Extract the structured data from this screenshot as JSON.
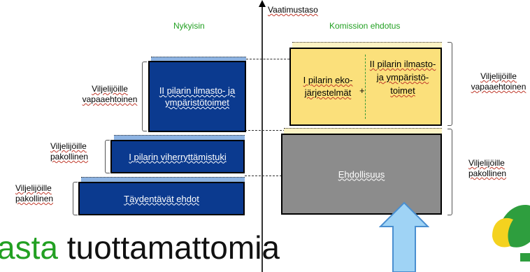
{
  "axis": {
    "label": "Vaatimustaso"
  },
  "headings": {
    "current": "Nykyisin",
    "proposal": "Komission ehdotus"
  },
  "left": {
    "box_top": "II pilarin ilmasto- ja ympäristötoimet",
    "box_mid": "I pilarin viherryttämistuki",
    "box_bottom": "Täydentävät ehdot",
    "label_top": "Viljelijöille vapaaehtoinen",
    "label_mid": "Viljelijöille pakollinen",
    "label_bottom": "Viljelijöille pakollinen"
  },
  "right": {
    "yellow_left": "I pilarin eko-järjestelmät",
    "plus": "+",
    "yellow_right": "II pilarin ilmasto- ja ympäristö-toimet",
    "grey": "Ehdollisuus",
    "label_top": "Viljelijöille vapaaehtoinen",
    "label_bottom": "Viljelijöille pakollinen"
  },
  "bottom_text": {
    "green": "asta",
    "black": "tuottamattomia"
  },
  "colors": {
    "navy": "#0b3a8f",
    "yellow": "#fbe07b",
    "grey": "#8c8c8c",
    "arrow": "#9fd3f5",
    "green": "#22a022"
  }
}
